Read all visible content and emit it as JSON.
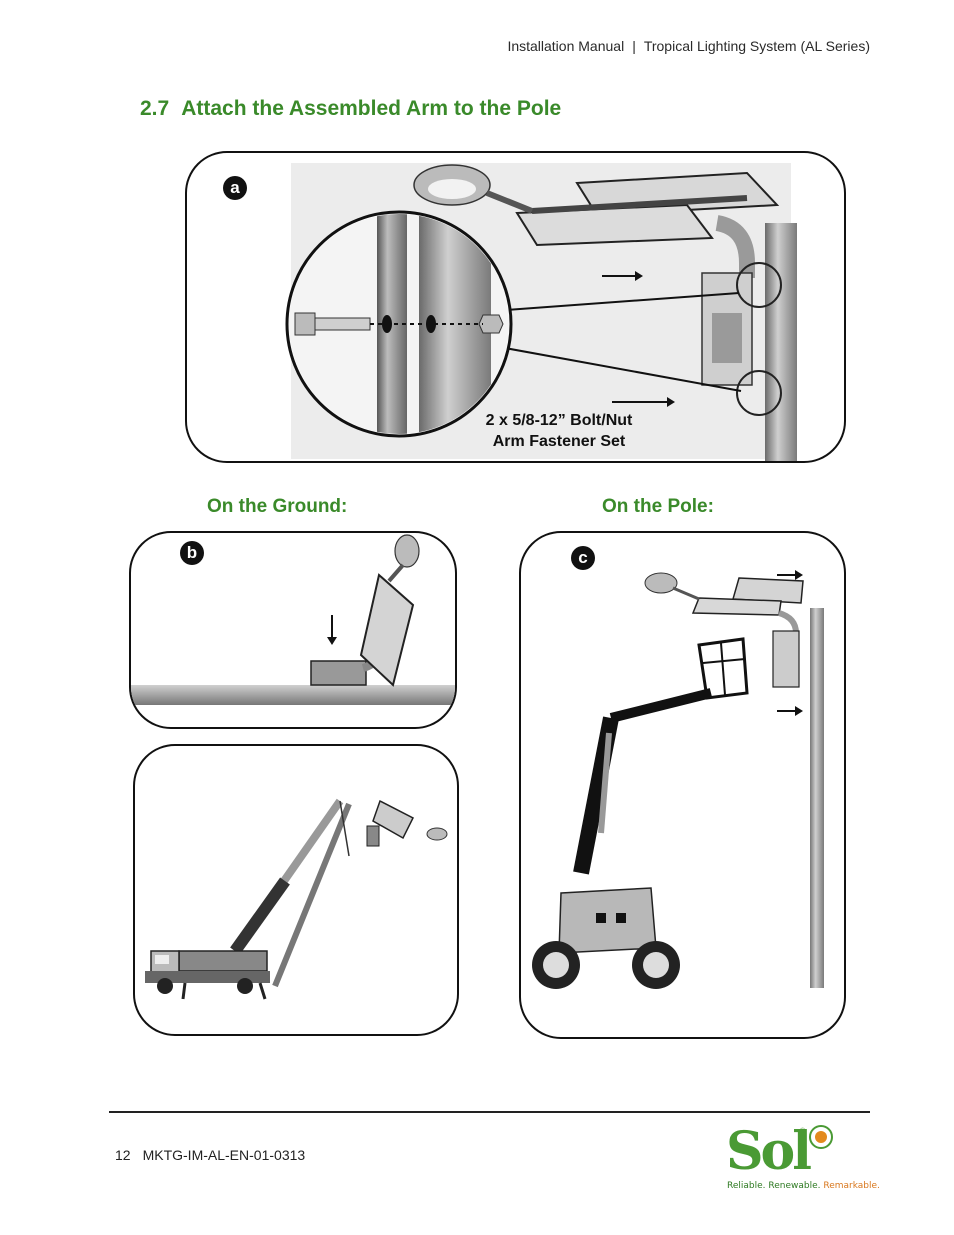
{
  "header": {
    "doc_type": "Installation Manual",
    "separator": "|",
    "product": "Tropical Lighting System (AL Series)"
  },
  "section": {
    "number": "2.7",
    "title": "Attach the Assembled Arm to the Pole"
  },
  "figure_a": {
    "badge": "a",
    "caption_line1": "2 x 5/8-12” Bolt/Nut",
    "caption_line2": "Arm Fastener Set"
  },
  "ground": {
    "heading": "On the Ground:",
    "badge": "b"
  },
  "pole": {
    "heading": "On the Pole:",
    "badge": "c"
  },
  "footer": {
    "page_number": "12",
    "doc_code": "MKTG-IM-AL-EN-01-0313"
  },
  "logo": {
    "wordmark": "Sol",
    "registered": "®",
    "tagline_part1": "Reliable. Renewable. ",
    "tagline_part2": "Remarkable.",
    "colors": {
      "green": "#4a9a34",
      "orange": "#d9781e"
    }
  },
  "colors": {
    "heading_green": "#3a8a2a"
  }
}
